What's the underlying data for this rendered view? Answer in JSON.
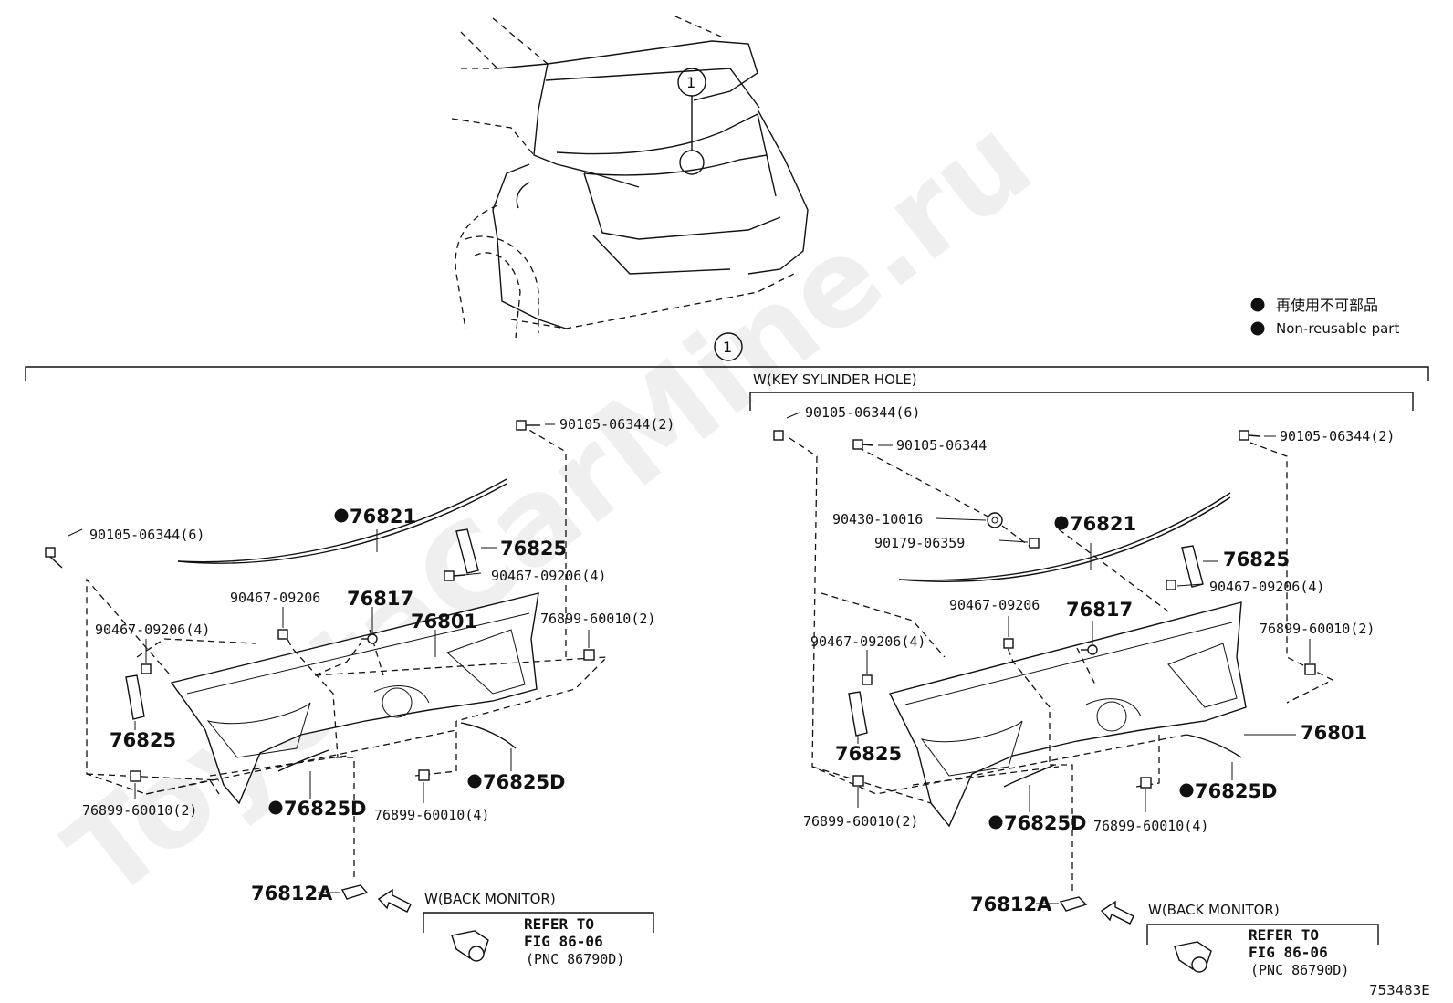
{
  "legend": {
    "jp": "再使用不可部品",
    "en": "Non-reusable part"
  },
  "ref_circle": "1",
  "figure_id": "753483E",
  "watermark": "ToyotaCarMine.ru",
  "left": {
    "bolt_top": "90105-06344(2)",
    "bolt_left": "90105-06344(6)",
    "seal_76821": "76821",
    "pad_76825_top": "76825",
    "screw_right": "90467-09206(4)",
    "screw_center": "90467-09206",
    "plug_76817": "76817",
    "garnish_76801": "76801",
    "clip_right": "76899-60010(2)",
    "screw_left": "90467-09206(4)",
    "pad_76825_bottom": "76825",
    "clip_left": "76899-60010(2)",
    "seal_76825D_left": "76825D",
    "clip_bottom": "76899-60010(4)",
    "seal_76825D_right": "76825D",
    "bracket_76812A": "76812A",
    "back_monitor": "W(BACK MONITOR)",
    "refer_to": "REFER TO",
    "fig": "FIG 86-06",
    "pnc": "(PNC 86790D)"
  },
  "right": {
    "header": "W(KEY SYLINDER HOLE)",
    "bolt_left": "90105-06344(6)",
    "bolt_second": "90105-06344",
    "bolt_right": "90105-06344(2)",
    "grommet": "90430-10016",
    "nut": "90179-06359",
    "seal_76821": "76821",
    "pad_76825_top": "76825",
    "screw_right": "90467-09206(4)",
    "screw_center": "90467-09206",
    "plug_76817": "76817",
    "clip_right": "76899-60010(2)",
    "screw_left": "90467-09206(4)",
    "garnish_76801": "76801",
    "pad_76825_bottom": "76825",
    "seal_76825D_right": "76825D",
    "clip_left": "76899-60010(2)",
    "seal_76825D_left": "76825D",
    "clip_bottom": "76899-60010(4)",
    "bracket_76812A": "76812A",
    "back_monitor": "W(BACK MONITOR)",
    "refer_to": "REFER TO",
    "fig": "FIG 86-06",
    "pnc": "(PNC 86790D)"
  }
}
